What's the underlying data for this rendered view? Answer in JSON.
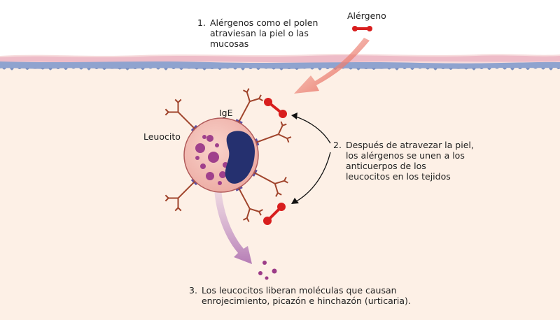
{
  "labels": {
    "allergen": "Alérgeno",
    "ige": "IgE",
    "leukocyte": "Leuocito"
  },
  "steps": [
    {
      "num": "1.",
      "lines": [
        "Alérgenos como el polen",
        "atraviesan la piel o las",
        "mucosas"
      ]
    },
    {
      "num": "2.",
      "lines": [
        "Después de atravezar la piel,",
        "los alérgenos se unen a los",
        "anticuerpos de los",
        "leucocitos en los tejidos"
      ]
    },
    {
      "num": "3.",
      "lines": [
        "Los leucocitos liberan moléculas que causan",
        "enrojecimiento, picazón e hinchazón (urticaria)."
      ]
    }
  ],
  "colors": {
    "tissue": "#fdf0e6",
    "skin_top": "#f7dcdc",
    "skin_band": "#eebcc8",
    "skin_base": "#8fa3cf",
    "cell_fill": "#f2b8b0",
    "cell_edge": "#b05a5a",
    "granule": "#a0408c",
    "nucleus": "#25306f",
    "antibody": "#a0442c",
    "receptor": "#5c4ea0",
    "allergen": "#d81e1e",
    "arrow_red": "#e2564a",
    "arrow_purple": "#b57cb5"
  }
}
